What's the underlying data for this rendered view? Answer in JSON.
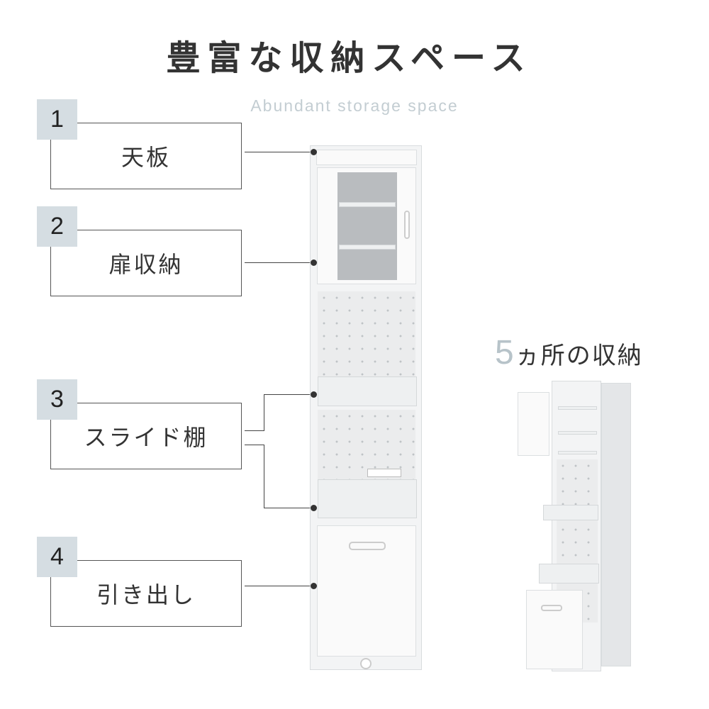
{
  "title": "豊富な収納スペース",
  "subtitle": "Abundant storage space",
  "items": [
    {
      "number": "1",
      "label": "天板"
    },
    {
      "number": "2",
      "label": "扉収納"
    },
    {
      "number": "3",
      "label": "スライド棚"
    },
    {
      "number": "4",
      "label": "引き出し"
    }
  ],
  "callout": {
    "number": "5",
    "text": "ヵ所の収納"
  },
  "colors": {
    "badge": "#d5dde2",
    "text": "#333333",
    "accent": "#b7c3c9"
  }
}
